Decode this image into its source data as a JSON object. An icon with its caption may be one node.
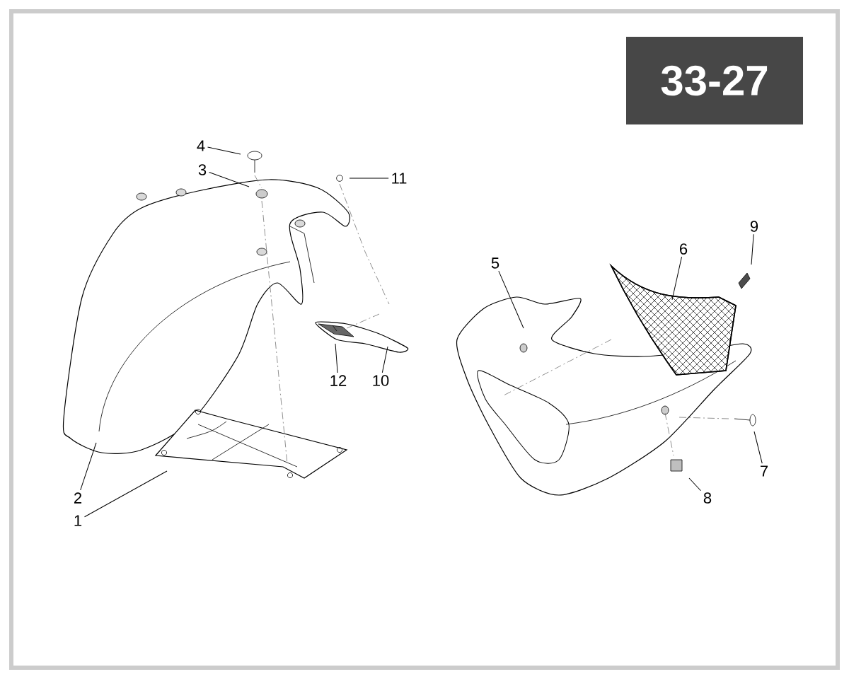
{
  "diagram": {
    "nodes": [
      {
        "text": [
          "33-27"
        ]
      },
      {
        "text": [
          "1"
        ]
      },
      {
        "text": [
          "2"
        ]
      },
      {
        "text": [
          "3"
        ]
      },
      {
        "text": [
          "4"
        ]
      },
      {
        "text": [
          "5"
        ]
      },
      {
        "text": [
          "6"
        ]
      },
      {
        "text": [
          "7"
        ]
      },
      {
        "text": [
          "8"
        ]
      },
      {
        "text": [
          "9"
        ]
      },
      {
        "text": [
          "10"
        ]
      },
      {
        "text": [
          "11"
        ]
      },
      {
        "text": [
          "12"
        ]
      }
    ],
    "edges": [
      {
        "from": 1,
        "to": null,
        "arrow": "none"
      },
      {
        "from": 2,
        "to": null,
        "arrow": "none"
      },
      {
        "from": 3,
        "to": null,
        "arrow": "none"
      },
      {
        "from": 4,
        "to": null,
        "arrow": "none"
      },
      {
        "from": 5,
        "to": null,
        "arrow": "none"
      },
      {
        "from": 6,
        "to": null,
        "arrow": "none"
      },
      {
        "from": 7,
        "to": null,
        "arrow": "none"
      },
      {
        "from": 8,
        "to": null,
        "arrow": "none"
      },
      {
        "from": 9,
        "to": null,
        "arrow": "none"
      },
      {
        "from": 10,
        "to": null,
        "arrow": "none"
      },
      {
        "from": 11,
        "to": null,
        "arrow": "none"
      },
      {
        "from": 12,
        "to": null,
        "arrow": "none"
      }
    ]
  }
}
